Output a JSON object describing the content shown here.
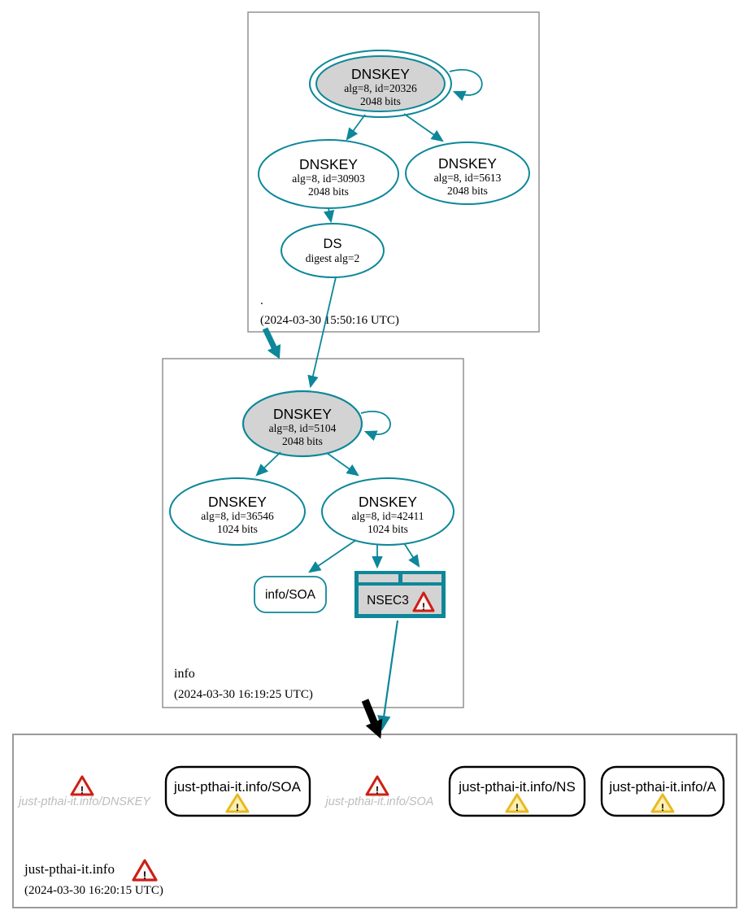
{
  "colors": {
    "edge_teal": "#0d8799",
    "node_fill_gray": "#d3d3d3",
    "zone_border": "#8a8a8a",
    "error_red": "#cb2017",
    "warning_yellow": "#e8b923",
    "negative_text_gray": "#bdbdbd",
    "delegation_black": "#000000"
  },
  "icons": {
    "exclamation": "!"
  },
  "zones": {
    "root": {
      "label": ".",
      "timestamp": "(2024-03-30 15:50:16 UTC)",
      "ksk": {
        "name": "DNSKEY",
        "detail1": "alg=8, id=20326",
        "detail2": "2048 bits"
      },
      "zsk1": {
        "name": "DNSKEY",
        "detail1": "alg=8, id=30903",
        "detail2": "2048 bits"
      },
      "zsk2": {
        "name": "DNSKEY",
        "detail1": "alg=8, id=5613",
        "detail2": "2048 bits"
      },
      "ds": {
        "name": "DS",
        "detail1": "digest alg=2"
      }
    },
    "info": {
      "label": "info",
      "timestamp": "(2024-03-30 16:19:25 UTC)",
      "ksk": {
        "name": "DNSKEY",
        "detail1": "alg=8, id=5104",
        "detail2": "2048 bits"
      },
      "zsk1": {
        "name": "DNSKEY",
        "detail1": "alg=8, id=36546",
        "detail2": "1024 bits"
      },
      "zsk2": {
        "name": "DNSKEY",
        "detail1": "alg=8, id=42411",
        "detail2": "1024 bits"
      },
      "soa": {
        "label": "info/SOA"
      },
      "nsec3": {
        "label": "NSEC3"
      }
    },
    "target": {
      "label": "just-pthai-it.info",
      "timestamp": "(2024-03-30 16:20:15 UTC)",
      "dnskey_negative": "just-pthai-it.info/DNSKEY",
      "soa_node": "just-pthai-it.info/SOA",
      "soa_negative": "just-pthai-it.info/SOA",
      "ns_node": "just-pthai-it.info/NS",
      "a_node": "just-pthai-it.info/A"
    }
  }
}
